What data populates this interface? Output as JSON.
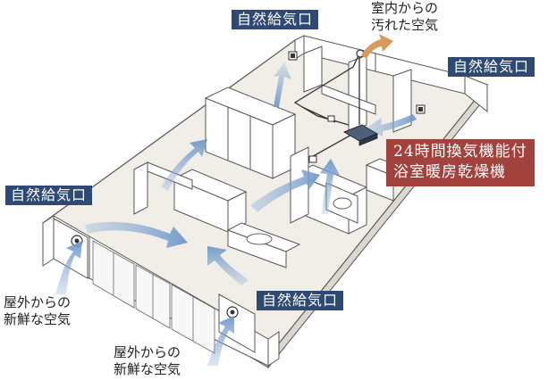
{
  "labels": {
    "supply_top": "自然給気口",
    "supply_right": "自然給気口",
    "supply_left": "自然給気口",
    "supply_bottom": "自然給気口",
    "device_line1": "24時間換気機能付",
    "device_line2": "浴室暖房乾燥機",
    "dirty_air_line1": "室内からの",
    "dirty_air_line2": "汚れた空気",
    "fresh_air_left_line1": "屋外からの",
    "fresh_air_left_line2": "新鮮な空気",
    "fresh_air_bottom_line1": "屋外からの",
    "fresh_air_bottom_line2": "新鮮な空気"
  },
  "colors": {
    "navy_label": "#2e4a74",
    "red_label": "#a3423c",
    "airflow_arrow": "#8fb0d6",
    "exhaust_arrow": "#d99a5c",
    "floor_fill": "#f1eee8",
    "wall_line": "#555555"
  }
}
